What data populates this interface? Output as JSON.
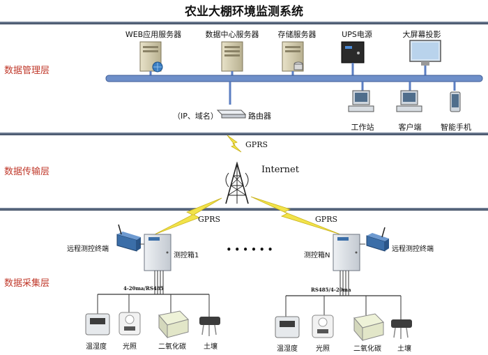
{
  "title": "农业大棚环境监测系统",
  "layers": {
    "management": "数据管理层",
    "transmission": "数据传输层",
    "collection": "数据采集层"
  },
  "servers": [
    "WEB应用服务器",
    "数据中心服务器",
    "存储服务器"
  ],
  "ups": "UPS电源",
  "projector": "大屏幕投影",
  "clients": [
    "工作站",
    "客户端",
    "智能手机"
  ],
  "router": {
    "note": "（IP、域名）",
    "label": "路由器"
  },
  "gprs": "GPRS",
  "internet": "Internet",
  "boxes": {
    "left_label": "测控箱1",
    "right_label": "测控箱N",
    "ellipsis": "• • • • • •",
    "left_bus": "4-20ma/RS485",
    "right_bus": "RS485/4-20ma"
  },
  "terminals": {
    "left": "远程测控终端",
    "right": "远程测控终端"
  },
  "sensors": [
    "温湿度",
    "光照",
    "二氧化碳",
    "土壤"
  ],
  "colors": {
    "layer_text": "#c0392b",
    "backbone": "#5b7ec2",
    "separator": "#4a5a73",
    "lightning": "#f2e34a"
  }
}
